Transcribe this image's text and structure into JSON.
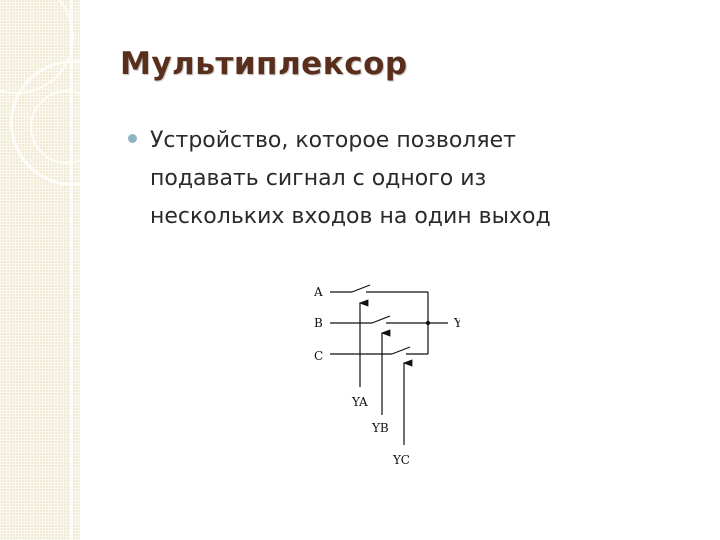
{
  "slide": {
    "title": "Мультиплексор",
    "bullet_lines": [
      "Устройство,  которое  позволяет",
      "подавать сигнал  с одного из",
      "нескольких входов  на один выход"
    ]
  },
  "diagram": {
    "inputs": [
      "A",
      "B",
      "C"
    ],
    "output": "Y",
    "controls": [
      "YA",
      "YB",
      "YC"
    ]
  },
  "colors": {
    "title": "#5a2e1c",
    "bullet": "#8fb2c4",
    "side_band": "#f1ebd6"
  }
}
